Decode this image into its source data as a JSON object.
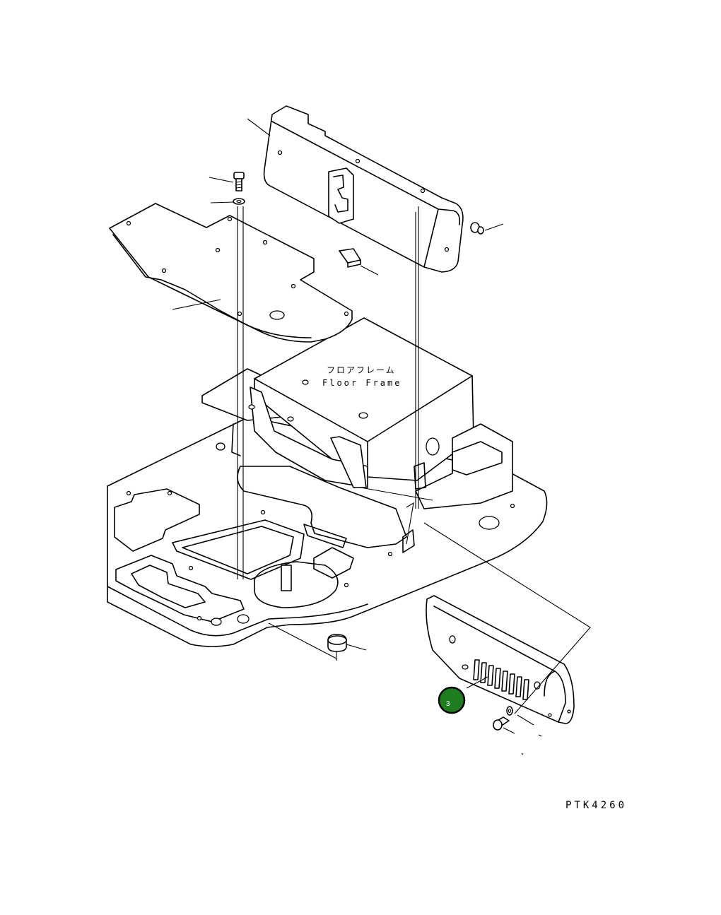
{
  "labels": {
    "floor_frame_jp": "フロアフレーム",
    "floor_frame_en": "Floor Frame",
    "drawing_code": "PTK4260"
  },
  "callout": {
    "number": "3",
    "color": "#1e7d1e"
  }
}
